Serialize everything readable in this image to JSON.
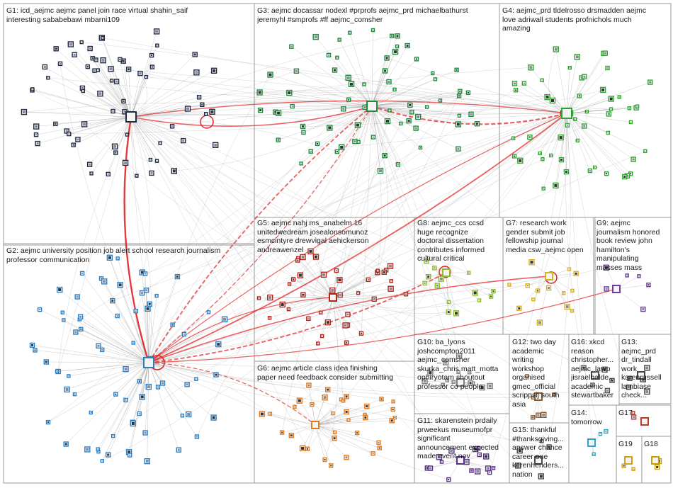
{
  "groups": [
    {
      "id": "G1",
      "label": "G1: icd_aejmc aejmc panel join race virtual shahin_saif\ninteresting sababebawi mbarni109",
      "color": "#1f2a44"
    },
    {
      "id": "G2",
      "label": "G2: aejmc university position job alert school research journalism\nprofessor communication",
      "color": "#2a7fc4"
    },
    {
      "id": "G3",
      "label": "G3: aejmc docassar nodexl #prprofs aejmc_prd michaelbathurst\njeremyhl #smprofs #ff aejmc_comsher",
      "color": "#1e8a3c"
    },
    {
      "id": "G4",
      "label": "G4: aejmc_prd tldelrosso drsmadden aejmc\nlove adriwall students profnichols much\namazing",
      "color": "#2fa52f"
    },
    {
      "id": "G5",
      "label": "G5: aejmc nahj ms_anabelm 16\nunitedwedream josealonsomunoz\nesmcintyre drewvigal aehickerson\nandreawenzel",
      "color": "#b3261e"
    },
    {
      "id": "G6",
      "label": "G6: aejmc article class idea finishing\npaper need feedback consider submitting",
      "color": "#e07a1f"
    },
    {
      "id": "G7",
      "label": "G7: research work\ngender submit job\nfellowship journal\nmedia csw_aejmc open",
      "color": "#d9b21a"
    },
    {
      "id": "G8",
      "label": "G8: aejmc_ccs ccsd\nhuge recognize\ndoctoral dissertation\ncontributes informed\ncultural critical",
      "color": "#8cbf26"
    },
    {
      "id": "G9",
      "label": "G9: aejmc\njournalism honored\nbook review john\nhamilton's\nmanipulating\nmasses mass",
      "color": "#6a3d9a"
    },
    {
      "id": "G10",
      "label": "G10: ba_lyons\njoshcompton2011\naejmc_comsher\nskurka_chris matt_motta\nophiryotam shoutout\nprofessor co people",
      "color": "#7f7f7f"
    },
    {
      "id": "G11",
      "label": "G11: skarenstein prdaily\nprweekus museumofpr\nsignificant\nannouncement expected\nmade event nov",
      "color": "#5b2d8a"
    },
    {
      "id": "G12",
      "label": "G12: two day\nacademic\nwriting\nworkshop\norganised\ngmec_official\nscrippsij south\nasia",
      "color": "#8b5a2b"
    },
    {
      "id": "G13",
      "label": "G13:\naejmc_prd\ndr_tindall\nwork\nkarenrussell\nlambiase\ncheck...",
      "color": "#444444"
    },
    {
      "id": "G14",
      "label": "G14:\ntomorrow",
      "color": "#2ca8c4"
    },
    {
      "id": "G15",
      "label": "G15: thankful\n#thanksgiving...\nanswer chance\ncareer one\nkerenhenders...\nnation",
      "color": "#4a4a4a"
    },
    {
      "id": "G16",
      "label": "G16: xkcd\nreason\nchristopher...\naejmc_lawp\njisraelbalde...\nacademic\nstewartbaker",
      "color": "#555555"
    },
    {
      "id": "G17",
      "label": "G17",
      "color": "#c0392b"
    },
    {
      "id": "G18",
      "label": "G18",
      "color": "#c8a000"
    },
    {
      "id": "G19",
      "label": "G19",
      "color": "#d4a017"
    }
  ],
  "colors": {
    "edge": "#8a8a8a",
    "edge_red": "#e02020",
    "border": "#9a9a9a",
    "background": "#ffffff"
  }
}
